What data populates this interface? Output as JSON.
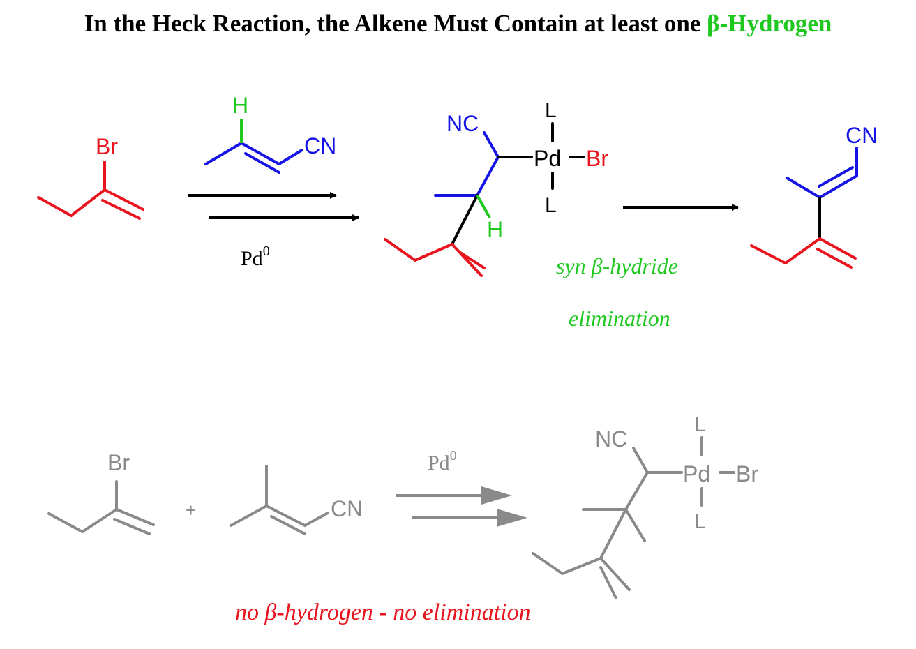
{
  "title": {
    "main": "In the Heck Reaction, the Alkene Must Contain at least one ",
    "highlight": "β-Hydrogen"
  },
  "colors": {
    "red": "#e8141e",
    "blue": "#1414e6",
    "green": "#1ec81e",
    "black": "#000000",
    "gray": "#8a8a8a"
  },
  "top": {
    "reactant_label": "Br",
    "alkene_h": "H",
    "alkene_cn": "CN",
    "conditions": "Pd",
    "conditions_sup": "0",
    "intermediate": {
      "nc": "NC",
      "pd": "Pd",
      "br": "Br",
      "ligand_top": "L",
      "ligand_bottom": "L",
      "h": "H"
    },
    "product_cn": "CN",
    "caption_line1_pre": "syn ",
    "caption_line1_post": "β-hydride",
    "caption_line2": "elimination"
  },
  "bottom": {
    "reactant_label": "Br",
    "plus": "+",
    "alkene_cn": "CN",
    "conditions": "Pd",
    "conditions_sup": "0",
    "intermediate": {
      "nc": "NC",
      "pd": "Pd",
      "br": "Br",
      "ligand_top": "L",
      "ligand_bottom": "L"
    },
    "caption": "no β-hydrogen - no elimination"
  }
}
